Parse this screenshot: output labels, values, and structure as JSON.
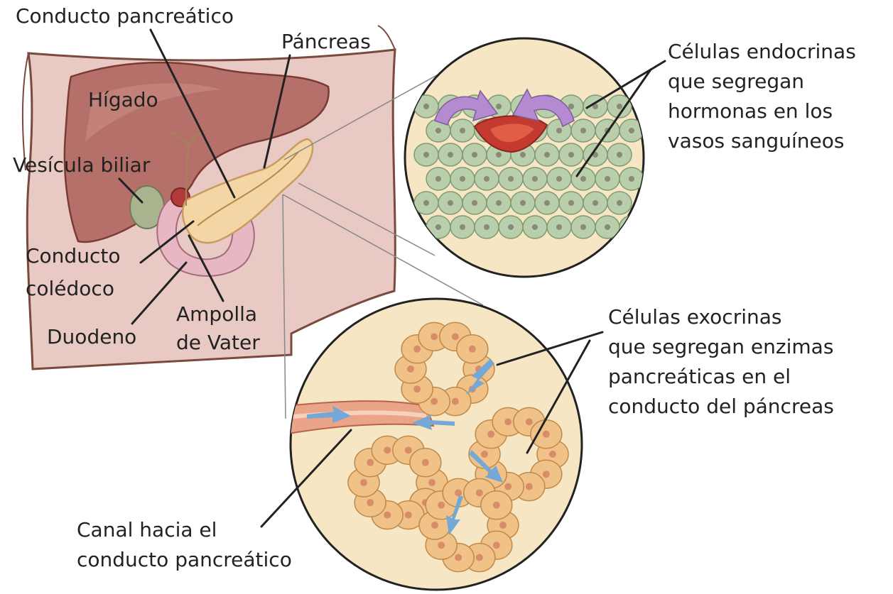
{
  "labels": {
    "conducto_pancreatico_top": "Conducto pancreático",
    "pancreas": "Páncreas",
    "higado": "Hígado",
    "vesicula_biliar": "Vesícula biliar",
    "conducto_coledoco_line1": "Conducto",
    "conducto_coledoco_line2": "colédoco",
    "duodeno": "Duodeno",
    "ampolla_line1": "Ampolla",
    "ampolla_line2": "de Vater",
    "endocrinas_line1": "Células endocrinas",
    "endocrinas_line2": "que segregan",
    "endocrinas_line3": "hormonas en los",
    "endocrinas_line4": "vasos sanguíneos",
    "exocrinas_line1": "Células exocrinas",
    "exocrinas_line2": "que segregan enzimas",
    "exocrinas_line3": "pancreáticas en el",
    "exocrinas_line4": "conducto del páncreas",
    "canal_line1": "Canal hacia el",
    "canal_line2": "conducto pancreático"
  },
  "colors": {
    "abdomen": "#e9c9c4",
    "liver": "#b5706a",
    "pancreas": "#f4d6a4",
    "gallbladder": "#a9b48f",
    "duodenum": "#e7b7c3",
    "circle_bg": "#f6e6c4",
    "endocrine_cells": "#b9cfac",
    "exocrine_cells": "#f0c288",
    "vessel": "#c43a2e",
    "hormone_arrow": "#b48ad0",
    "enzyme_arrow": "#74a8d6",
    "leader_line": "#222222"
  }
}
